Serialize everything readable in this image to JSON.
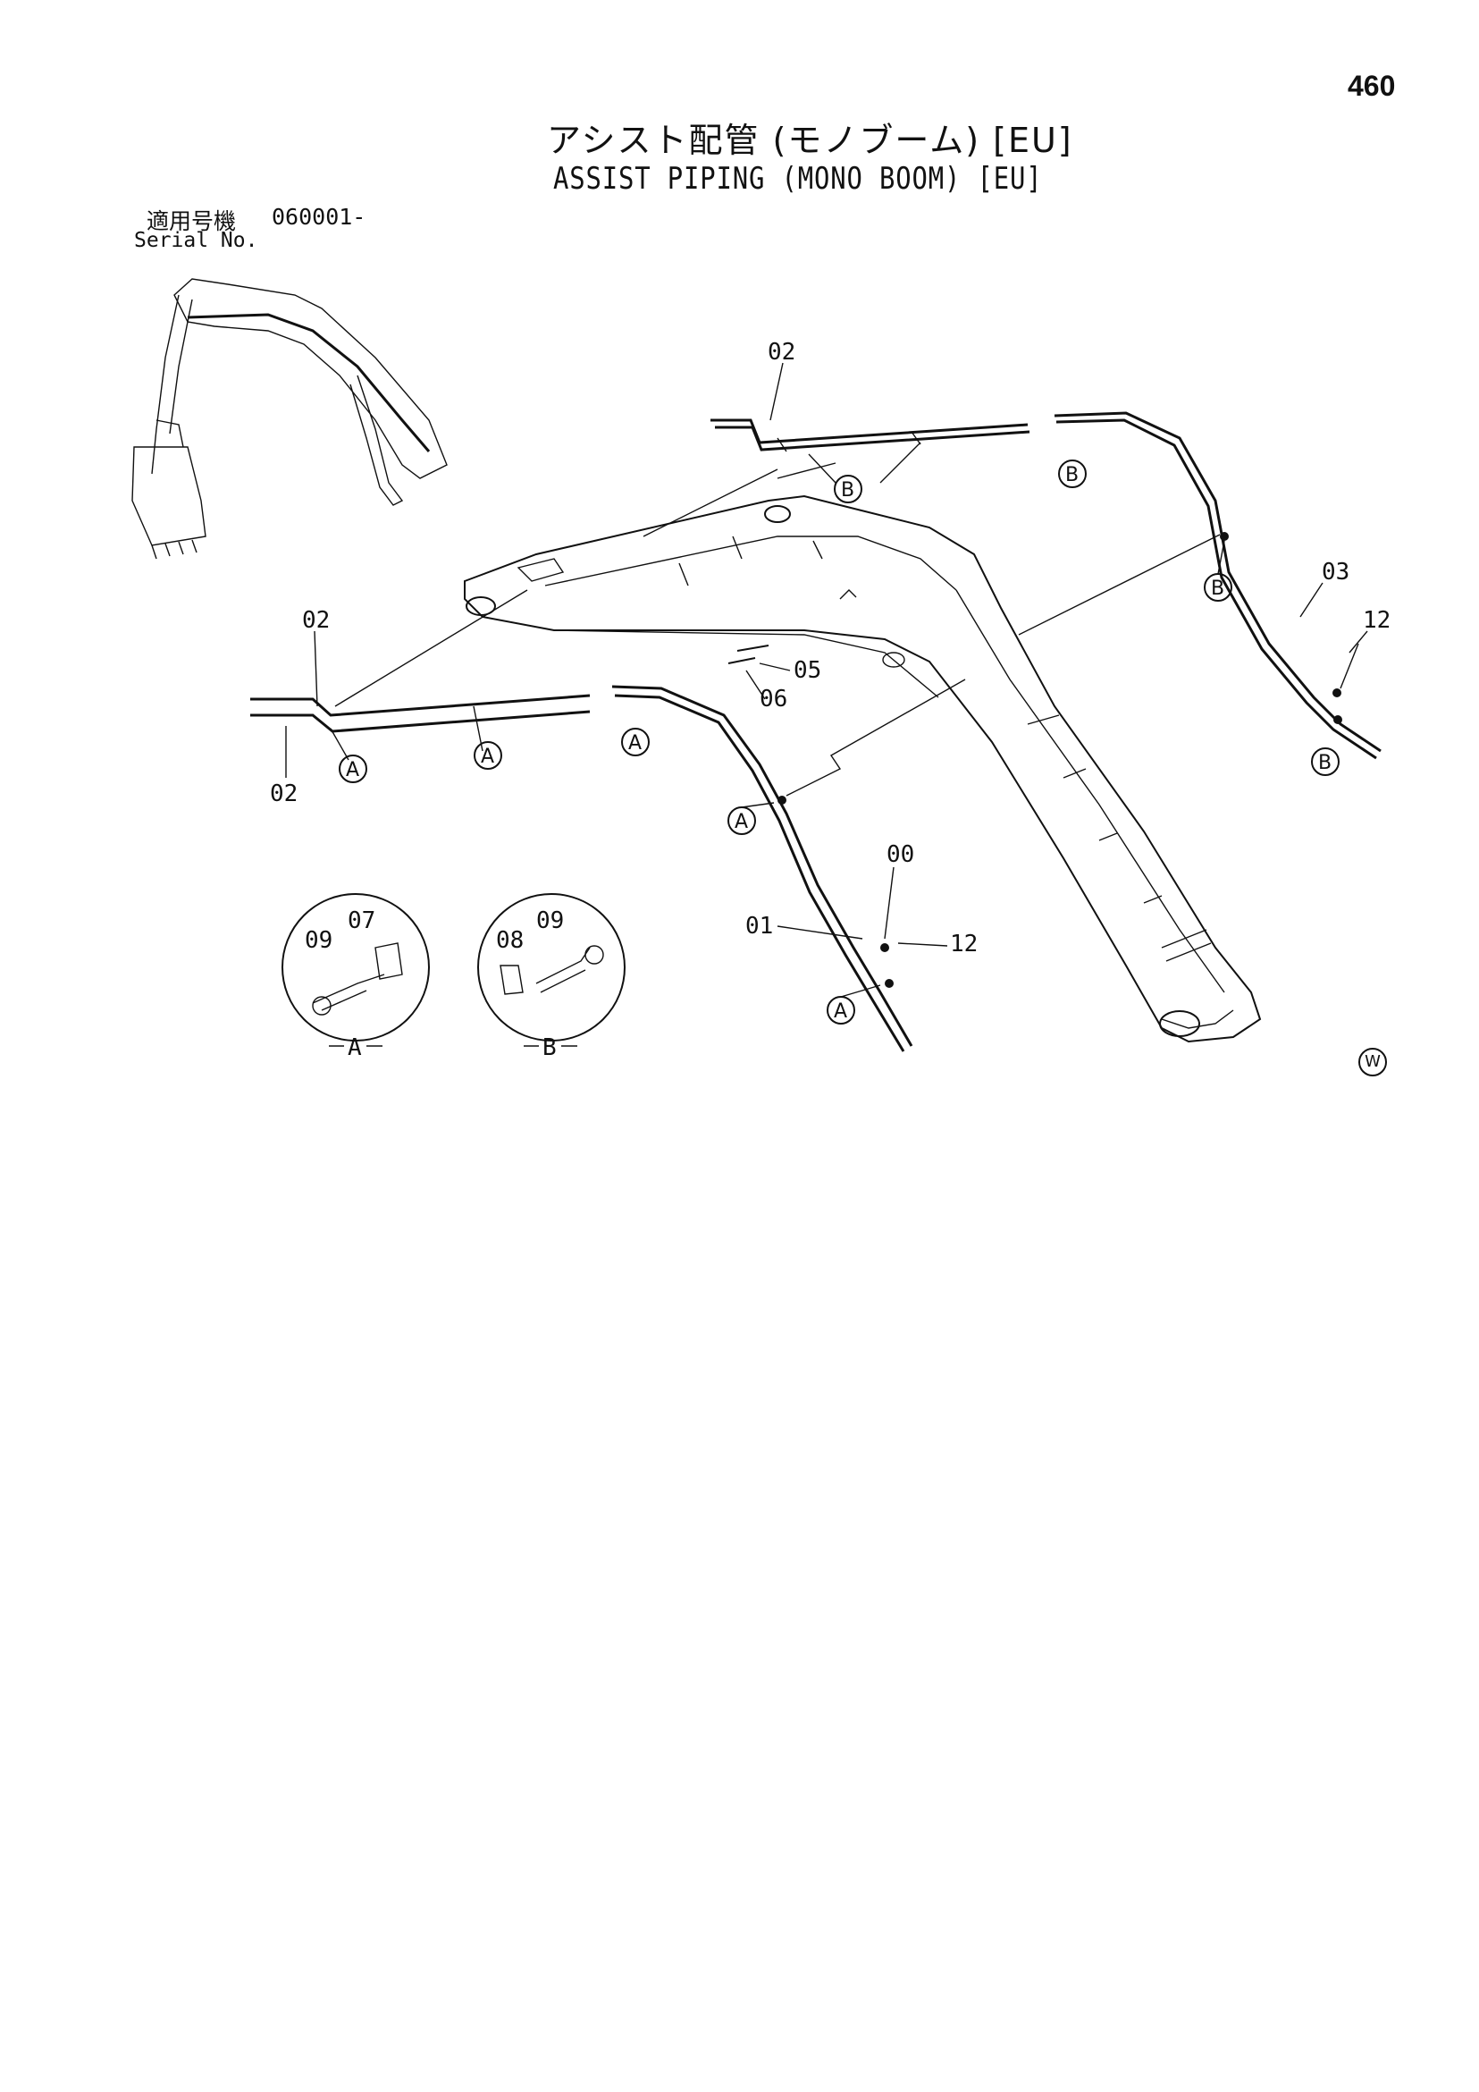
{
  "page_number": "460",
  "title_ja": "アシスト配管 (モノブーム) [EU]",
  "title_en": "ASSIST PIPING (MONO BOOM) [EU]",
  "serial": {
    "label_ja": "適用号機",
    "value": "060001-",
    "label_en": "Serial No."
  },
  "part_labels": [
    "02",
    "02",
    "02",
    "03",
    "12",
    "05",
    "06",
    "00",
    "01",
    "12",
    "09",
    "07",
    "08",
    "09"
  ],
  "detail_refs": [
    "A",
    "A",
    "A",
    "A",
    "A",
    "B",
    "B",
    "B",
    "B"
  ],
  "detail_captions": [
    "A",
    "B"
  ],
  "corner_mark": "W"
}
